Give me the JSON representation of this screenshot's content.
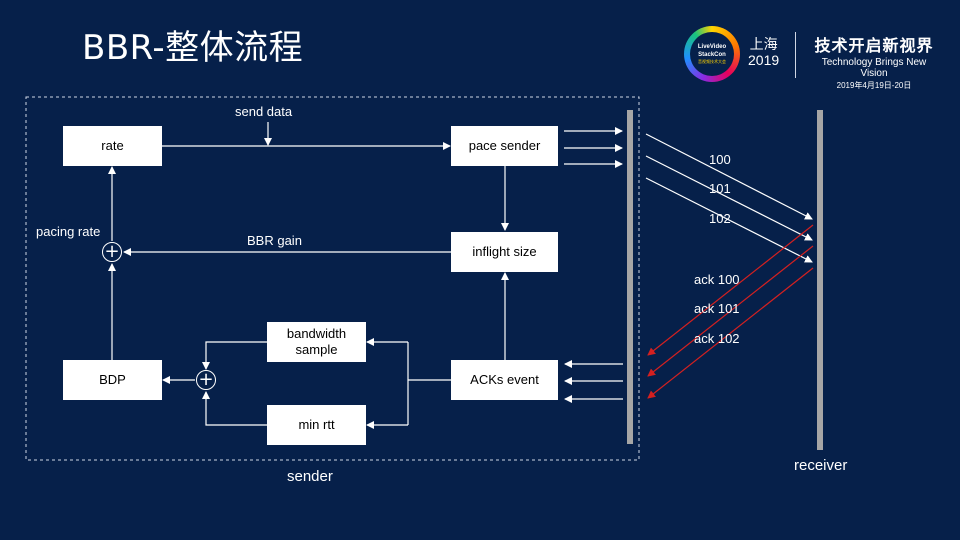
{
  "slide": {
    "title": "BBR-整体流程"
  },
  "branding": {
    "logo_line1": "LiveVideo",
    "logo_line2": "StackCon",
    "logo_line3": "音视频技术大会",
    "city": "上海",
    "year": "2019",
    "tagline_zh": "技术开启新视界",
    "tagline_en": "Technology Brings New Vision",
    "date": "2019年4月19日-20日"
  },
  "diagram": {
    "boxes": {
      "rate": "rate",
      "pace_sender": "pace sender",
      "inflight_size": "inflight size",
      "bandwidth_sample": "bandwidth sample",
      "acks_event": "ACKs event",
      "bdp": "BDP",
      "min_rtt": "min rtt"
    },
    "labels": {
      "send_data": "send data",
      "pacing_rate": "pacing rate",
      "bbr_gain": "BBR gain",
      "sender": "sender",
      "receiver": "receiver"
    },
    "packets": [
      "100",
      "101",
      "102"
    ],
    "acks": [
      "ack 100",
      "ack 101",
      "ack 102"
    ],
    "sum_symbol": "+",
    "colors": {
      "background": "#06204a",
      "box": "#ffffff",
      "arrow": "#ffffff",
      "ack_arrow": "#d42020",
      "bar": "#a6a6a6"
    }
  }
}
